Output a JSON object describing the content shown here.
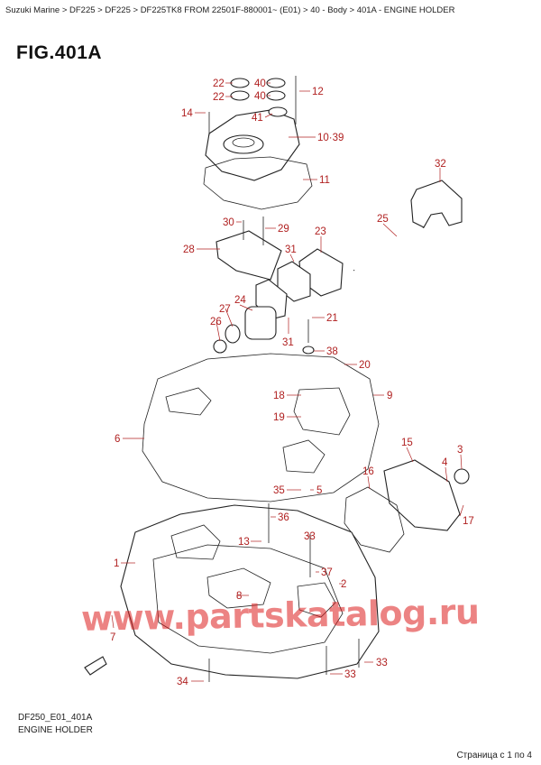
{
  "breadcrumb": "Suzuki Marine > DF225 > DF225 > DF225TK8 FROM 22501F-880001~ (E01) > 40 - Body > 401A - ENGINE HOLDER",
  "figure_title": "FIG.401A",
  "footer": {
    "code": "DF250_E01_401A",
    "name": "ENGINE HOLDER"
  },
  "pager": "Страница с 1 по 4",
  "watermark": "www.partskatalog.ru",
  "colors": {
    "callout": "#b02020",
    "watermark": "#dc1e1e",
    "line": "#222222"
  },
  "callouts": [
    "22",
    "40",
    "22",
    "40",
    "12",
    "14",
    "41",
    "10·39",
    "11",
    "32",
    "30",
    "29",
    "23",
    "25",
    "28",
    "31",
    "24",
    "27",
    "26",
    "21",
    "31",
    "38",
    "20",
    "18",
    "9",
    "19",
    "6",
    "15",
    "3",
    "16",
    "4",
    "35",
    "5",
    "36",
    "17",
    "13",
    "33",
    "1",
    "37",
    "2",
    "8",
    "7",
    "33",
    "34",
    "33"
  ]
}
